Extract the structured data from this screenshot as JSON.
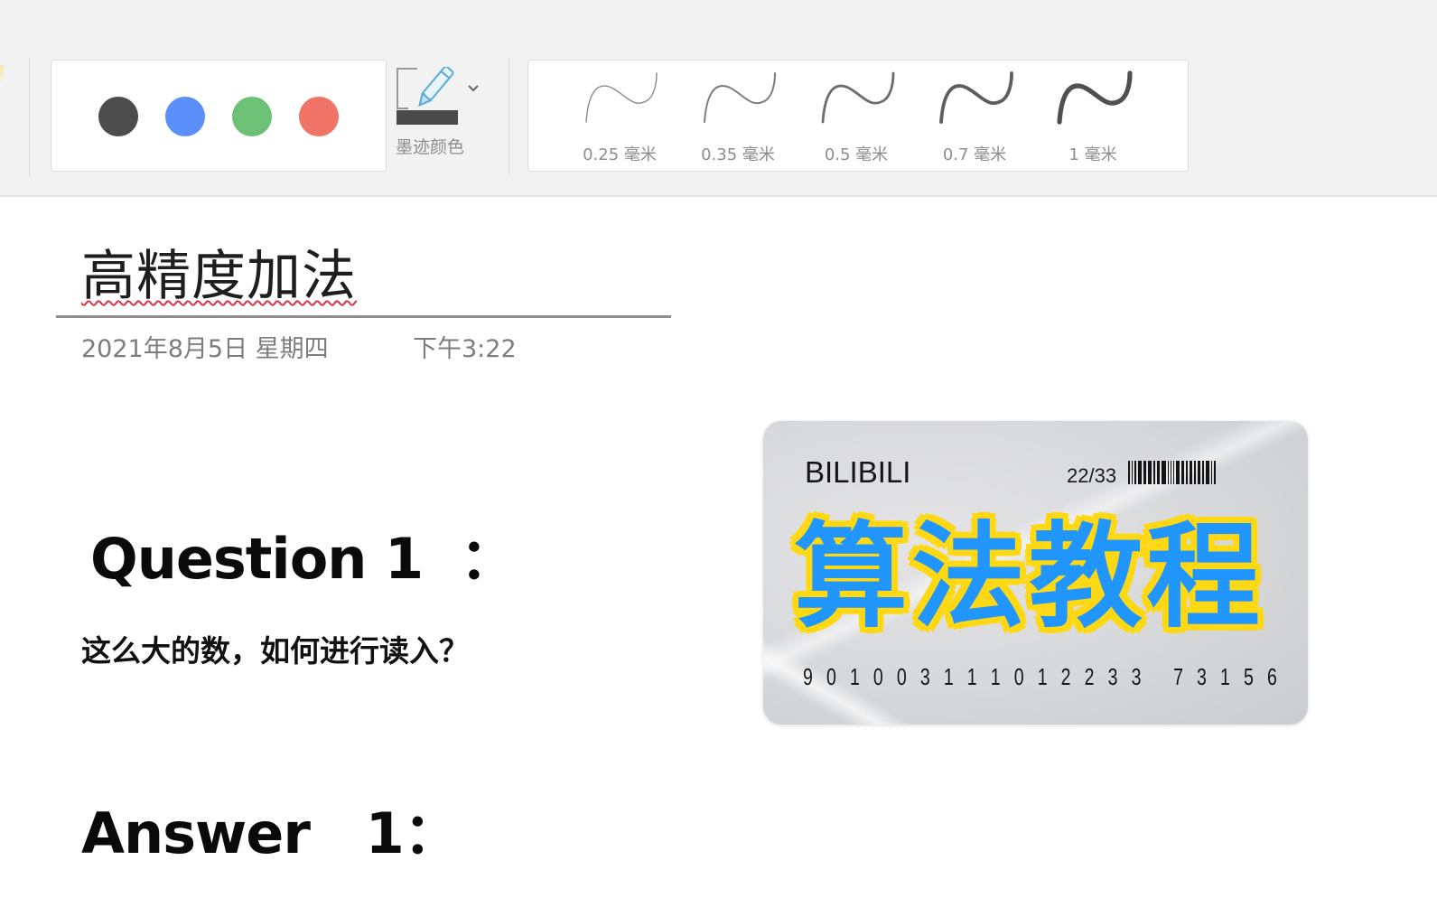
{
  "ribbon": {
    "pen_colors": [
      {
        "name": "black",
        "color": "#4d4d4d"
      },
      {
        "name": "blue",
        "color": "#5b8ff9"
      },
      {
        "name": "green",
        "color": "#6cc177"
      },
      {
        "name": "red",
        "color": "#f07367"
      }
    ],
    "ink_color": {
      "label": "墨迹颜色",
      "current_color": "#4a4a4a"
    },
    "stroke_widths": [
      {
        "label": "0.25 毫米",
        "stroke": 1.4,
        "color": "#8a8a8a"
      },
      {
        "label": "0.35 毫米",
        "stroke": 2.0,
        "color": "#7e7e7e"
      },
      {
        "label": "0.5 毫米",
        "stroke": 2.8,
        "color": "#6c6c6c"
      },
      {
        "label": "0.7 毫米",
        "stroke": 3.8,
        "color": "#5e5e5e"
      },
      {
        "label": "1 毫米",
        "stroke": 5.2,
        "color": "#505050"
      }
    ]
  },
  "page": {
    "title": "高精度加法",
    "date": "2021年8月5日 星期四",
    "time": "下午3:22",
    "question_heading": "Question 1  ：",
    "question_body": "这么大的数，如何进行读入？",
    "answer_heading": "Answer   1："
  },
  "sticker": {
    "brand": "BILIBILI",
    "counter": "22/33",
    "headline": "算法教程",
    "headline_color": "#2196ff",
    "outline_color": "#ffd814",
    "digits": [
      "9",
      "0",
      "1",
      "0",
      "0",
      "3",
      "1",
      "1",
      "1",
      "0",
      "1",
      "2",
      "2",
      "3",
      "3",
      " ",
      "7",
      "3",
      "1",
      "5",
      "6"
    ]
  }
}
